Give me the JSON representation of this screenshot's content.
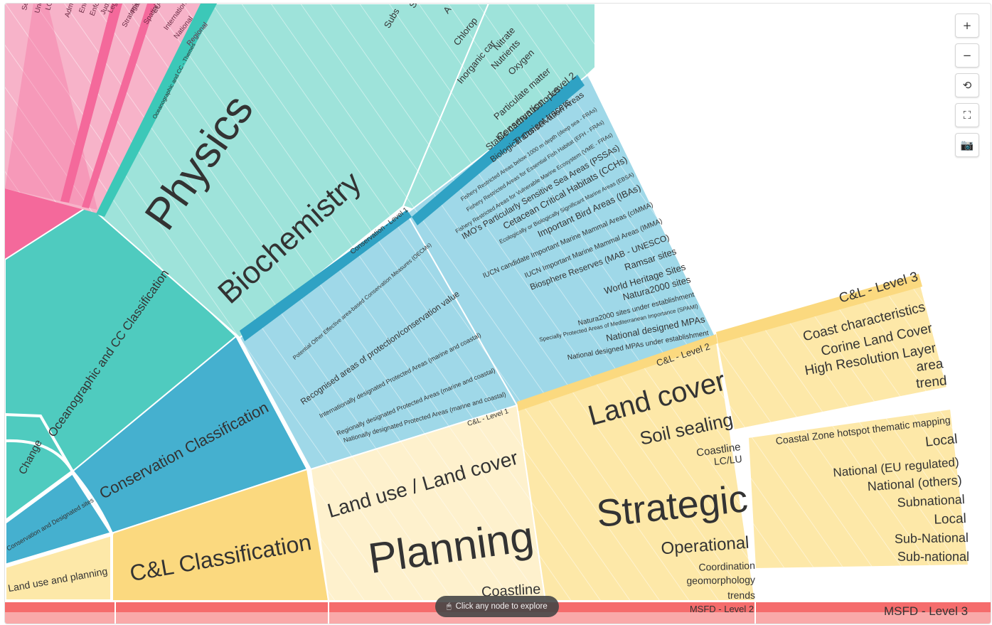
{
  "colors": {
    "env_pink": "#f7b3c9",
    "env_hot": "#f4699b",
    "env_stripe": "#ee8cb0",
    "teal": "#4fcbbf",
    "teal_light": "#9ee3da",
    "teal_bright": "#3cc8b8",
    "blue": "#45b0cf",
    "blue_light": "#9fd8e8",
    "blue_dark": "#2fa2c4",
    "yellow": "#fde8a8",
    "yellow_light": "#fef1cd",
    "yellow_dark": "#fbd97f",
    "msfd": "#f56c6c",
    "msfd_light": "#f9a9a9",
    "ink": "#333333"
  },
  "sunburst": {
    "ring1": {
      "change": "Change",
      "designated": "Conservation and Designated sites",
      "land_use_planning": "Land use and planning"
    },
    "ring2": {
      "oceanographic": "Oceanographic and CC Classification",
      "conservation": "Conservation Classification",
      "cl": "C&L Classification"
    },
    "ring3": {
      "physics": "Physics",
      "biochemistry": "Biochemistry",
      "land_use_land_cover": "Land use / Land cover",
      "planning": "Planning",
      "coastline": "Coastline"
    },
    "outer": {
      "oceanographic_cc_themes": "Oceanographic and CC - Themes",
      "conservation_level1": "Conservation - Level 1",
      "conservation_level2": "Conservation - Level 2",
      "cl_level1": "C&L - Level 1",
      "cl_level2": "C&L - Level 2",
      "cl_level3": "C&L - Level 3",
      "msfd_level2": "MSFD - Level 2",
      "msfd_level3": "MSFD - Level 3"
    },
    "env_labels": [
      "Sector / m",
      "Underwater cultural",
      "LGP - E",
      "Administrative (i.e. permitting, licensing, surv",
      "Enforcement - C",
      "Enforcement - Mo",
      "Judicial applica",
      "Legislat",
      "Strategic (i.e. Strategic/Planning",
      "Planni",
      "Spatial interest",
      "EU",
      "International",
      "National",
      "Regional"
    ],
    "physics_items": [
      "Subs",
      "S",
      "A",
      "Chlorop",
      "Inorganic car",
      "Nitrate",
      "Nutrients",
      "Oxygen",
      "Particulate matter",
      "Stable carbon isotopes",
      "Transient tracers"
    ],
    "conservation_l1_items": [
      "Potential Other Effective area-based Conservation Measures (OECMs)",
      "Recognised areas of protection/conservation value",
      "Internationally designated Protected Areas (marine and coastal)",
      "Regionally designated Protected Areas (marine and coastal)",
      "Nationally designated Protected Areas (marine and coastal)"
    ],
    "conservation_l2_items": [
      "Biological Conservation Areas",
      "Fishery Restricted Areas below 1000 m depth (deep sea - FRAs)",
      "Fishery Restricted Areas for Essential Fish Habitat (EFH - FRAs)",
      "Fishery Restricted Areas for Vulnerable Marine Ecosystem (VME - FRAs)",
      "IMO's Particularly Sensitive Sea Areas (PSSAs)",
      "Cetacean Critical Habitats (CCHs)",
      "Ecologically or Biologically Significant Marine Areas (EBSA)",
      "Important Bird Areas (IBAs)",
      "IUCN candidate Important Marine Mammal Areas (cIMMA)",
      "IUCN Important Marine Mammal Areas (IMMA)",
      "Biosphere Reserves (MAB - UNESCO)",
      "Ramsar sites",
      "World Heritage Sites",
      "Natura2000 sites",
      "Natura2000 sites under establishment",
      "Specially Protected Areas of Mediterranean Importance (SPAMI)",
      "National designed MPAs",
      "National designed MPAs under establishment"
    ],
    "cl_level2_items": [
      "Land cover",
      "Soil sealing",
      "Coastline",
      "LC/LU",
      "Strategic",
      "Operational",
      "Coordination",
      "geomorphology",
      "trends"
    ],
    "cl_level3_items": [
      "Coast characteristics",
      "Corine Land Cover",
      "High Resolution Layer",
      "area",
      "trend"
    ],
    "cl_level3_items_b": [
      "Coastal Zone hotspot thematic mapping",
      "Local",
      "National (EU regulated)",
      "National (others)",
      "Subnational",
      "Local",
      "Sub-National",
      "Sub-national"
    ]
  },
  "toolbar": {
    "zoom_in": "+",
    "zoom_out": "−",
    "reset": "⟲",
    "fullscreen": "⛶",
    "screenshot": "📷"
  },
  "hint": {
    "icon": "🖱",
    "text": "Click any node to explore"
  }
}
